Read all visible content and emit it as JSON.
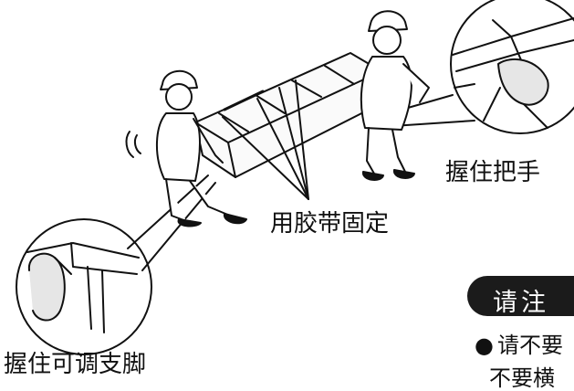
{
  "labels": {
    "secure_with_tape": "用胶带固定",
    "hold_handle": "握住把手",
    "hold_adjustable_feet": "握住可调支脚"
  },
  "notice": {
    "title": "请注",
    "bullet": "●",
    "line1": "请不要",
    "line2": "不要横"
  },
  "colors": {
    "ink": "#111111",
    "badge": "#1b1b1b"
  }
}
